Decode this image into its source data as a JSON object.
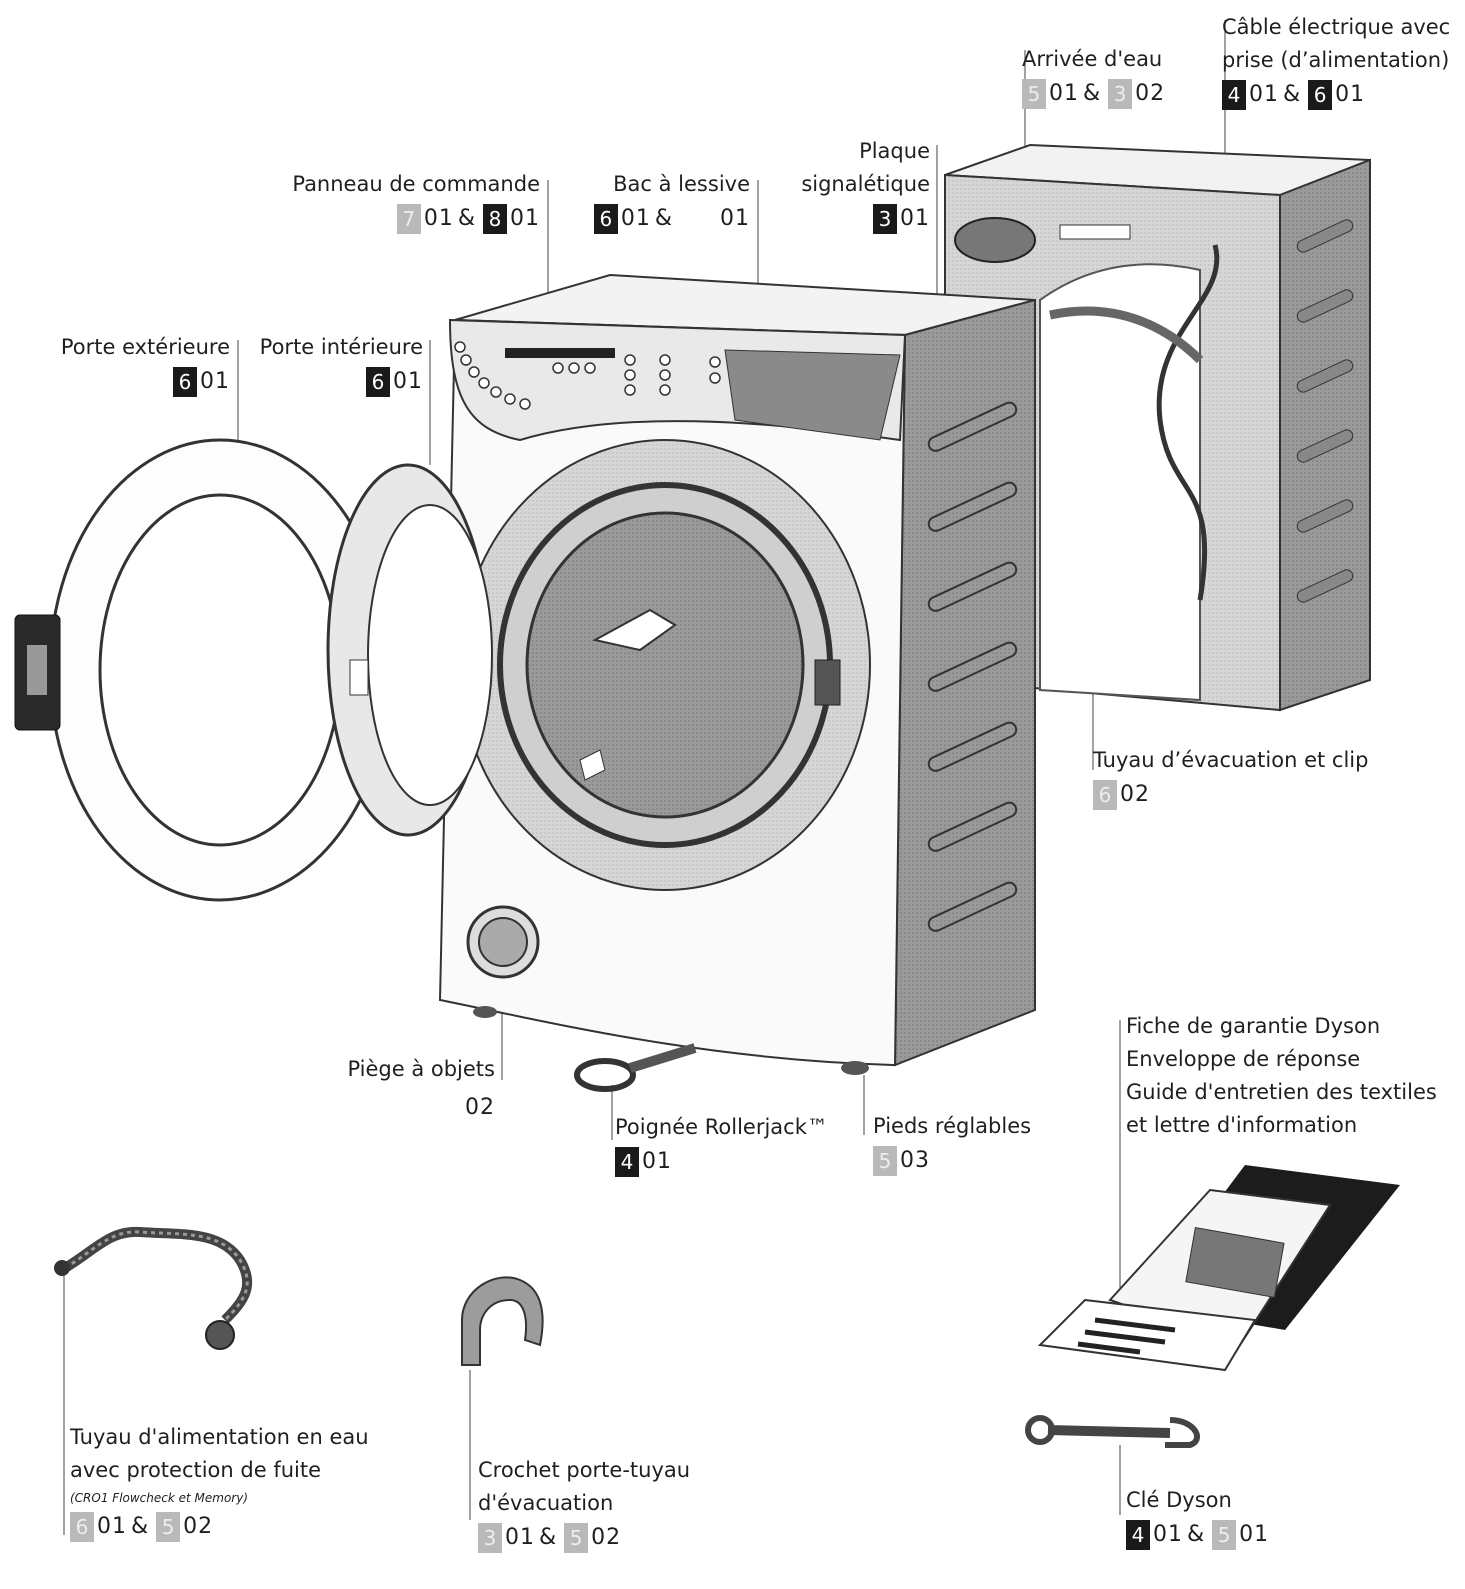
{
  "labels": {
    "panneau": {
      "text": "Panneau de commande",
      "a": {
        "badge": "7",
        "num": "01"
      },
      "amp": "&",
      "b": {
        "badge": "8",
        "num": "01"
      }
    },
    "bac": {
      "text": "Bac à lessive",
      "a": {
        "badge": "6",
        "num": "01"
      },
      "amp": "&",
      "b_num": "01"
    },
    "plaque": {
      "line1": "Plaque",
      "line2": "signalétique",
      "a": {
        "badge": "3",
        "num": "01"
      }
    },
    "arrivee": {
      "text": "Arrivée d'eau",
      "a": {
        "badge": "5",
        "num": "01"
      },
      "amp": "&",
      "b": {
        "badge": "3",
        "num": "02"
      }
    },
    "cable": {
      "line1": "Câble électrique avec",
      "line2": "prise (d’alimentation)",
      "a": {
        "badge": "4",
        "num": "01"
      },
      "amp": "&",
      "b": {
        "badge": "6",
        "num": "01"
      }
    },
    "porte_ext": {
      "text": "Porte extérieure",
      "a": {
        "badge": "6",
        "num": "01"
      }
    },
    "porte_int": {
      "text": "Porte intérieure",
      "a": {
        "badge": "6",
        "num": "01"
      }
    },
    "tuyau_evac": {
      "text": "Tuyau d’évacuation et clip",
      "a": {
        "badge": "6",
        "num": "02"
      }
    },
    "piege": {
      "text": "Piège à objets",
      "num": "02"
    },
    "poignee": {
      "text": "Poignée Rollerjack™",
      "a": {
        "badge": "4",
        "num": "01"
      }
    },
    "pieds": {
      "text": "Pieds réglables",
      "a": {
        "badge": "5",
        "num": "03"
      }
    },
    "fiche": {
      "line1": "Fiche de garantie Dyson",
      "line2": "Enveloppe de réponse",
      "line3": "Guide d'entretien des textiles",
      "line4": "et lettre d'information"
    },
    "tuyau_alim": {
      "line1": "Tuyau d'alimentation en eau",
      "line2": "avec protection de fuite",
      "note": "(CRO1 Flowcheck et Memory)",
      "a": {
        "badge": "6",
        "num": "01"
      },
      "amp": "&",
      "b": {
        "badge": "5",
        "num": "02"
      }
    },
    "crochet": {
      "line1": "Crochet porte-tuyau",
      "line2": "d'évacuation",
      "a": {
        "badge": "3",
        "num": "01"
      },
      "amp": "&",
      "b": {
        "badge": "5",
        "num": "02"
      }
    },
    "cle": {
      "text": "Clé Dyson",
      "a": {
        "badge": "4",
        "num": "01"
      },
      "amp": "&",
      "b": {
        "badge": "5",
        "num": "01"
      }
    }
  }
}
